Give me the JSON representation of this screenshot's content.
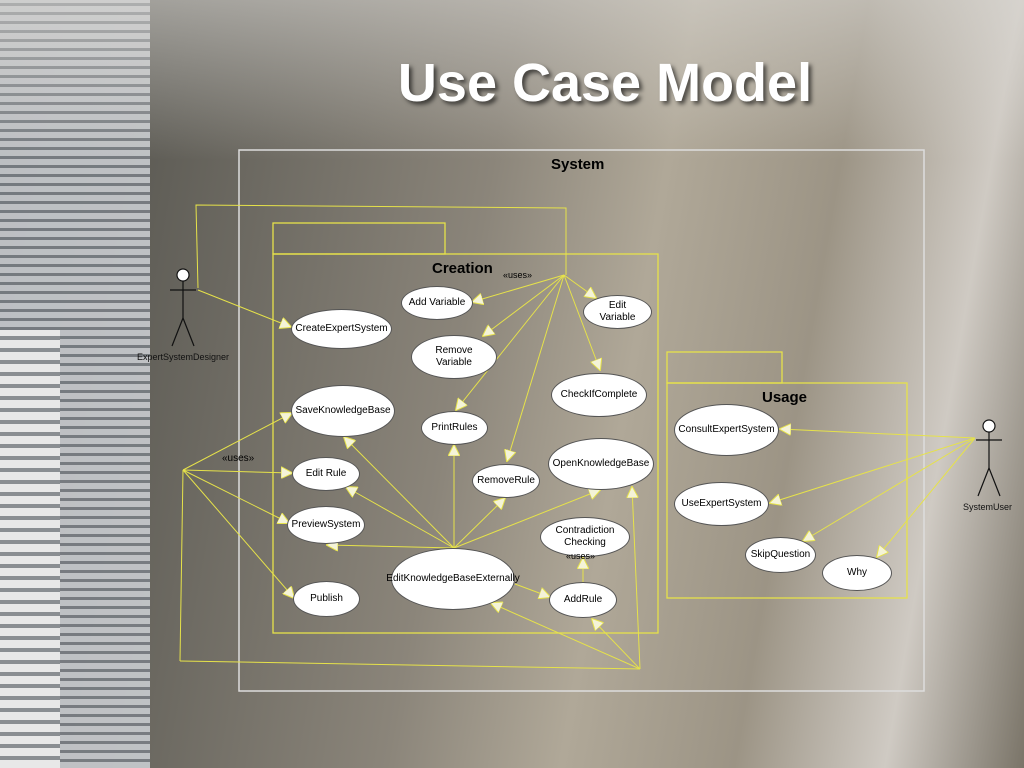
{
  "slide_title": "Use Case Model",
  "system_label": "System",
  "creation": {
    "label": "Creation",
    "stereotype": "«uses»"
  },
  "usage": {
    "label": "Usage"
  },
  "actors": {
    "designer": "ExpertSystemDesigner",
    "user": "SystemUser"
  },
  "designer_stereotype": "«uses»",
  "use_cases": {
    "create_expert_system": "CreateExpertSystem",
    "add_variable": "Add Variable",
    "edit_variable": "Edit Variable",
    "remove_variable": "Remove Variable",
    "check_if_complete": "CheckIfComplete",
    "save_knowledge_base": "SaveKnowledgeBase",
    "print_rules": "PrintRules",
    "open_knowledge_base": "OpenKnowledgeBase",
    "edit_rule": "Edit Rule",
    "remove_rule": "RemoveRule",
    "preview_system": "PreviewSystem",
    "contradiction_checking": "Contradiction Checking",
    "contradiction_uses": "«uses»",
    "edit_knowledge_base_externally": "EditKnowledgeBaseExternally",
    "add_rule": "AddRule",
    "publish": "Publish",
    "consult_expert_system": "ConsultExpertSystem",
    "use_expert_system": "UseExpertSystem",
    "skip_question": "SkipQuestion",
    "why": "Why"
  },
  "colors": {
    "connector": "#e6e24a",
    "boundary": "#dddddd",
    "title": "#ffffff"
  }
}
